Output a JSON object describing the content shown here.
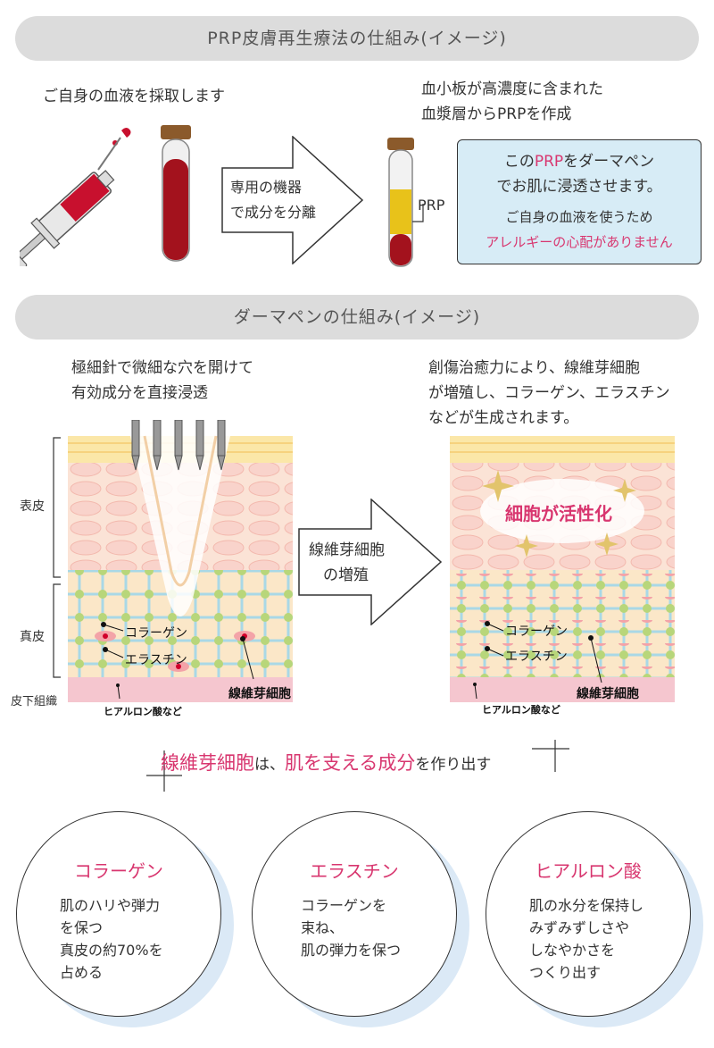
{
  "section1": {
    "title": "PRP皮膚再生療法の仕組み(イメージ)",
    "step1_text": "ご自身の血液を採取します",
    "arrow_label": [
      "専用の機器",
      "で成分を分離"
    ],
    "step2_text": [
      "血小板が高濃度に含まれた",
      "血漿層からPRPを作成"
    ],
    "prp_label": "PRP",
    "box": {
      "line1_a": "この",
      "line1_b": "PRP",
      "line1_c": "をダーマペン",
      "line2": "でお肌に浸透させます。",
      "line3": "ご自身の血液を使うため",
      "line4": "アレルギーの心配がありません"
    }
  },
  "section2": {
    "title": "ダーマペンの仕組み(イメージ)",
    "left_text": [
      "極細針で微細な穴を開けて",
      "有効成分を直接浸透"
    ],
    "right_text": [
      "創傷治癒力により、線維芽細胞",
      "が増殖し、コラーゲン、エラスチン",
      "などが生成されます。"
    ],
    "labels": {
      "epidermis": "表皮",
      "dermis": "真皮",
      "subcutaneous": "皮下組織",
      "collagen": "コラーゲン",
      "elastin": "エラスチン",
      "fibroblast": "線維芽細胞",
      "hyaluronic": "ヒアルロン酸など",
      "activation": "細胞が活性化"
    },
    "arrow_label": [
      "線維芽細胞",
      "の増殖"
    ]
  },
  "summary": {
    "part1": "線維芽細胞",
    "part2": "は、",
    "part3": "肌を支える成分",
    "part4": "を作り出す"
  },
  "circles": [
    {
      "title": "コラーゲン",
      "lines": [
        "肌のハリや弾力",
        "を保つ",
        "真皮の約70%を",
        "占める"
      ]
    },
    {
      "title": "エラスチン",
      "lines": [
        "コラーゲンを",
        "束ね、",
        "肌の弾力を保つ"
      ]
    },
    {
      "title": "ヒアルロン酸",
      "lines": [
        "肌の水分を保持し",
        "みずみずしさや",
        "しなやかさを",
        "つくり出す"
      ]
    }
  ],
  "colors": {
    "accent_pink": "#d8366f",
    "header_gray": "#dcdcdc",
    "box_blue": "#d7ecf6",
    "circle_shadow": "#dbe9f6"
  }
}
